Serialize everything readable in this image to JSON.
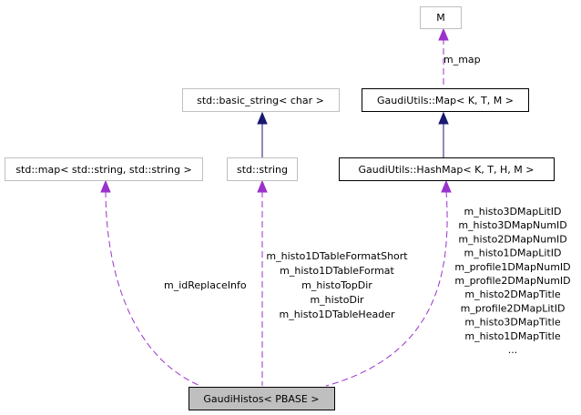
{
  "colors": {
    "inheritance_edge": "#191970",
    "usage_edge": "#9a32cd",
    "focus_node_fill": "#bfbfbf",
    "external_node_border": "#bfbfbf",
    "documented_node_border": "#000000"
  },
  "nodes": {
    "m": "M",
    "basic_string": "std::basic_string< char >",
    "gaudi_map": "GaudiUtils::Map< K, T, M >",
    "std_map": "std::map< std::string, std::string >",
    "std_string": "std::string",
    "hashmap": "GaudiUtils::HashMap< K, T, H, M >",
    "gaudi_histos": "GaudiHistos< PBASE >"
  },
  "edges": {
    "m_map_label": "m_map",
    "replace_info_label": "m_idReplaceInfo",
    "string_members": [
      "m_histo1DTableFormatShort",
      "m_histo1DTableFormat",
      "m_histoTopDir",
      "m_histoDir",
      "m_histo1DTableHeader"
    ],
    "hashmap_members": [
      "m_histo3DMapLitID",
      "m_histo3DMapNumID",
      "m_histo2DMapNumID",
      "m_histo1DMapLitID",
      "m_profile1DMapNumID",
      "m_profile2DMapNumID",
      "m_histo2DMapTitle",
      "m_profile2DMapLitID",
      "m_histo3DMapTitle",
      "m_histo1DMapTitle",
      "..."
    ]
  }
}
